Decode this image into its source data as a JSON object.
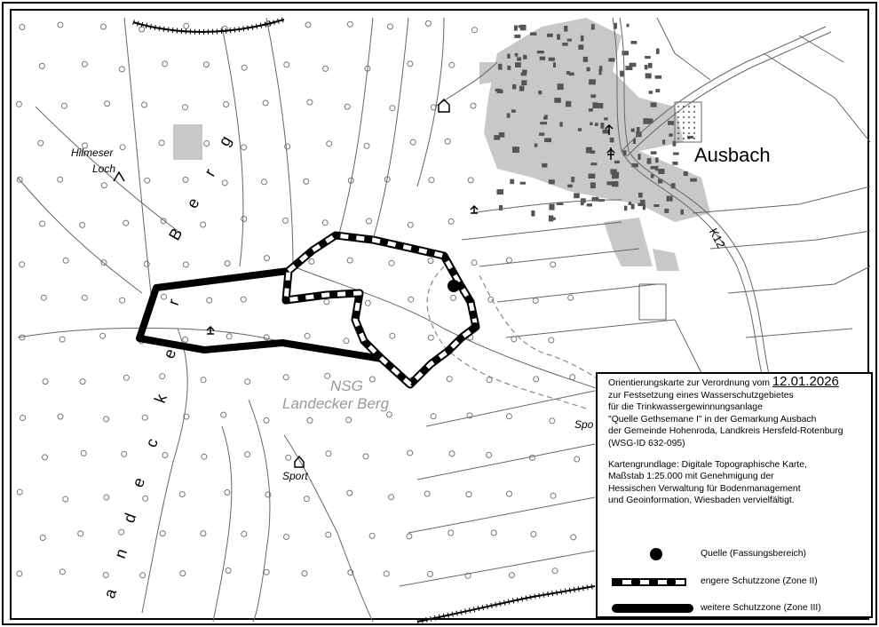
{
  "map": {
    "labels": {
      "hilmeser_loch_line1": "Hilmeser",
      "hilmeser_loch_line2": "Loch",
      "village": "Ausbach",
      "road": "K12",
      "nsg": "NSG",
      "nsg_name": "Landecker Berg",
      "sport": "Sport",
      "spo": "Spo",
      "landecker_berg_letters": [
        "B",
        "e",
        "r",
        "g",
        "r",
        "e",
        "k",
        "c",
        "e",
        "d",
        "n",
        "a"
      ]
    }
  },
  "legend": {
    "title_prefix": "Orientierungskarte zur Verordnung vom",
    "date": "12.01.2026",
    "lines": [
      "zur Festsetzung eines Wasserschutzgebietes",
      "für die Trinkwassergewinnungsanlage",
      "\"Quelle Gethsemane I\" in der Gemarkung Ausbach",
      "der Gemeinde Hohenroda, Landkreis Hersfeld-Rotenburg",
      "(WSG-ID 632-095)"
    ],
    "basis_lines": [
      "Kartengrundlage: Digitale Topographische Karte,",
      "Maßstab 1:25.000 mit Genehmigung der",
      "Hessischen Verwaltung für Bodenmanagement",
      "und Geoinformation, Wiesbaden vervielfältigt."
    ],
    "items": {
      "quelle": "Quelle (Fassungsbereich)",
      "zone2": "engere Schutzzone (Zone II)",
      "zone3": "weitere Schutzzone (Zone III)"
    }
  },
  "colors": {
    "map_line": "#666666",
    "built_area": "#c8c8c8",
    "building": "#555555",
    "protection_zone": "#000000"
  }
}
